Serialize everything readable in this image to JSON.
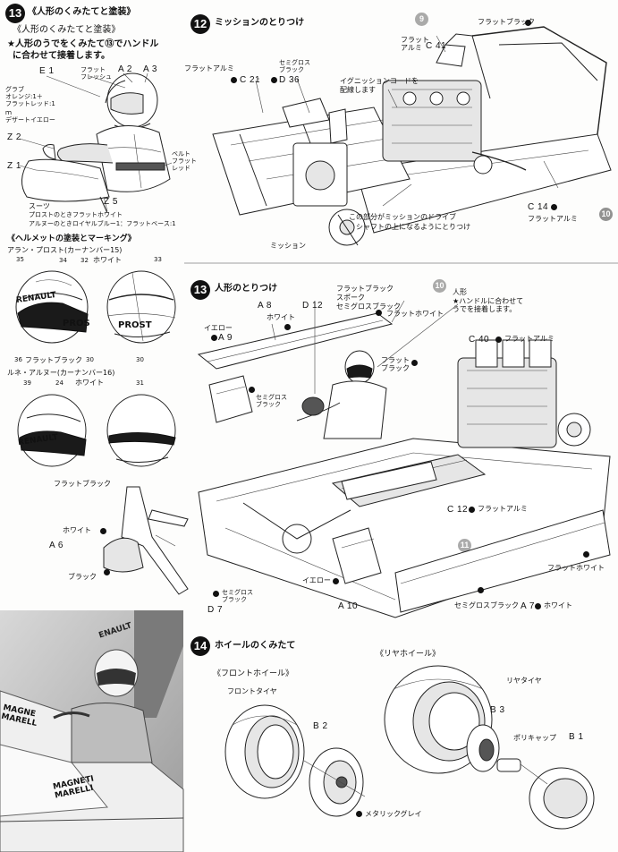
{
  "left_panel": {
    "step_number": "13",
    "step_title": "《人形のくみたてと塗装》",
    "subtitle": "《人形のくみたてと塗装》",
    "note_line1": "★人形のうでをくみたて⑬でハンドル",
    "note_line2": "に合わせて接着します。",
    "figure_labels": {
      "e1": "E 1",
      "flat_fresh": "フラット\nフレッシュ",
      "a2": "A 2",
      "a3": "A 3",
      "gray_orange": "グラブ\nオレンジ:1＋\nフラットレッド:1",
      "desert_yellow": "ｍ\nデザートイエロー",
      "z2": "Z 2",
      "z1": "Z 1",
      "belt": "ベルト\nフラット\nレッド",
      "z5": "Z 5",
      "suit1": "スーツ",
      "suit2": "プロストのときフラットホワイト",
      "suit3": "アルヌーのときロイヤルブルー1：フラットベース:1"
    },
    "helmet_title": "《ヘルメットの塗装とマーキング》",
    "prost_label": "アラン・プロスト(カーナンバー15)",
    "arnoux_label": "ルネ・アルヌー(カーナンバー16)",
    "decal_35": "35",
    "decal_34": "34",
    "decal_32": "32",
    "decal_33": "33",
    "decal_36": "36",
    "decal_30": "30",
    "decal_39": "39",
    "decal_24": "24",
    "decal_31": "31",
    "white": "ホワイト",
    "white2": "ホワイト",
    "flat_black1": "フラットブラック",
    "flat_black2": "フラットブラック",
    "prost_helmet_text": "PROST",
    "prost_front_text": "PROS",
    "renault_text": "RENAULT",
    "renault2_text": "RENAULT",
    "a6": "A 6",
    "white_a6": "ホワイト",
    "black_a6": "ブラック",
    "d7": "D 7",
    "semigloss_d7": "セミグロス\nブラック",
    "photo_renault": "ENAULT",
    "photo_magneti": "MAGNE\nMARELL",
    "photo_magneti2": "MAGNETI\nMARELLI"
  },
  "step12": {
    "number": "12",
    "title": "ミッションのとりつけ",
    "flat_black": "フラットブラック",
    "flat_alu_c41": "フラット\nアルミ",
    "c41": "C 41",
    "flat_alu_c21": "フラットアルミ",
    "c21": "C 21",
    "semigloss_d36": "セミグロス\nブラック",
    "d36": "D 36",
    "ignition1": "イグニッションコードを",
    "ignition2": "配線します",
    "c14": "C 14",
    "flat_alu_c14": "フラットアルミ",
    "mission": "ミッション",
    "drive_note1": "この部分がミッションのドライブ",
    "drive_note2": "シャフトの上になるようにとりつけ"
  },
  "step13": {
    "number": "13",
    "title": "人形のとりつけ",
    "a8": "A 8",
    "white_a8": "ホワイト",
    "d12": "D 12",
    "flat_black_spoke": "フラットブラック",
    "spoke": "スポーク",
    "semigloss_black": "セミグロスブラック",
    "flat_white": "フラットホワイト",
    "ningyo": "人形",
    "ningyo_note": "★ハンドルに合わせて\nうでを接着します。",
    "yellow_a9": "イエロー",
    "a9": "A 9",
    "c40": "C 40",
    "flat_alu_c40": "フラットアルミ",
    "flat_black_2": "フラット\nブラック",
    "semigloss_2": "セミグロス\nブラック",
    "c12": "C 12",
    "flat_alu_c12": "フラットアルミ",
    "flat_white_2": "フラットホワイト",
    "yellow_a10": "イエロー",
    "a10": "A 10",
    "semigloss_a7": "セミグロスブラック",
    "a7": "A 7",
    "white_a7": "ホワイト"
  },
  "step14": {
    "number": "14",
    "title": "ホイールのくみたて",
    "front_wheel": "《フロントホイール》",
    "rear_wheel": "《リヤホイール》",
    "front_tire": "フロントタイヤ",
    "rear_tire": "リヤタイヤ",
    "b2": "B 2",
    "b3": "B 3",
    "b1": "B 1",
    "poly_cap": "ポリキャップ",
    "metallic_gray": "メタリックグレイ"
  },
  "margin_marks": {
    "step10": "10",
    "step11": "11",
    "step9": "9",
    "step10b": "10"
  }
}
